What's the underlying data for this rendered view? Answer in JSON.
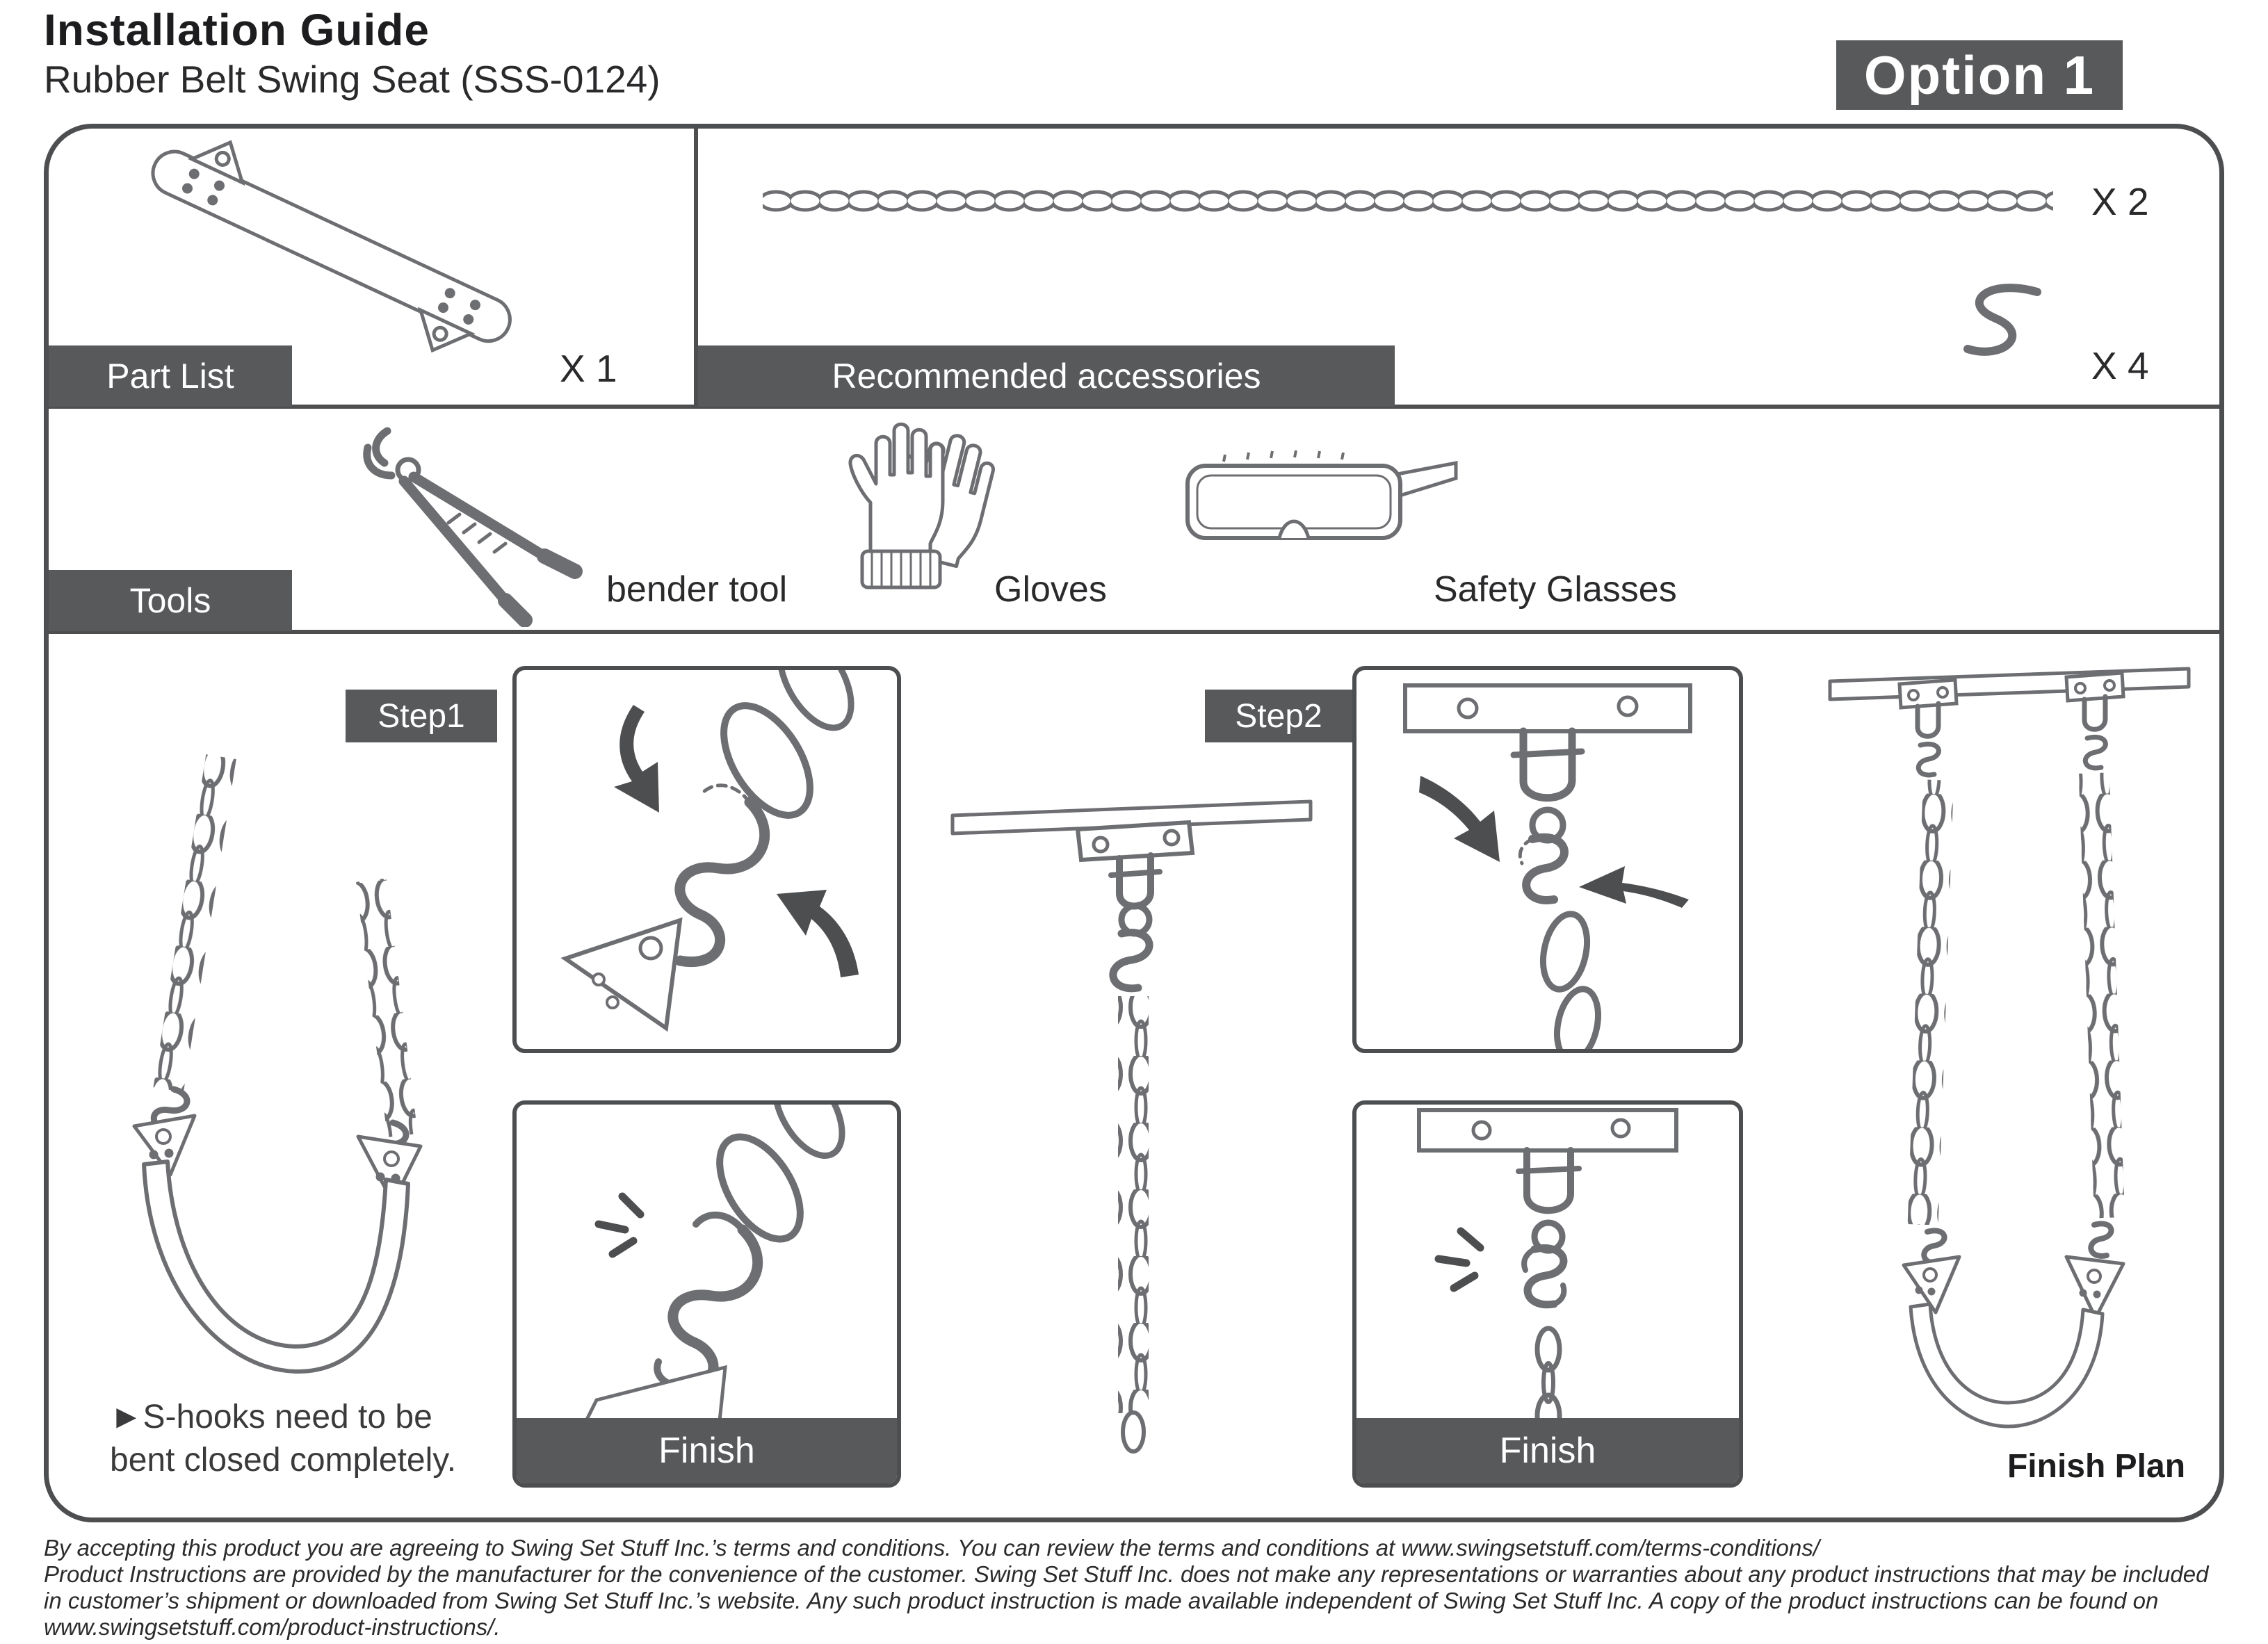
{
  "header": {
    "title": "Installation Guide",
    "subtitle": "Rubber Belt Swing Seat (SSS-0124)",
    "option_badge": "Option 1"
  },
  "part_list": {
    "label": "Part List",
    "seat_qty": "X 1"
  },
  "accessories": {
    "label": "Recommended accessories",
    "chain_qty": "X 2",
    "shook_qty": "X 4"
  },
  "tools": {
    "label": "Tools",
    "items": [
      {
        "name": "bender tool"
      },
      {
        "name": "Gloves"
      },
      {
        "name": "Safety Glasses"
      }
    ]
  },
  "steps": {
    "step1_label": "Step1",
    "step2_label": "Step2",
    "finish1_label": "Finish",
    "finish2_label": "Finish",
    "note_line1": "►S-hooks need to be",
    "note_line2": "bent closed completely.",
    "finish_plan_label": "Finish Plan"
  },
  "footer": {
    "lines": [
      "By accepting this product you are agreeing to Swing Set Stuff Inc.’s terms and conditions. You can review the terms and conditions at www.swingsetstuff.com/terms-conditions/",
      "Product Instructions are provided by the manufacturer for the convenience of the customer. Swing Set Stuff Inc. does not make any representations or warranties about any product instructions that may be included",
      "in customer’s shipment or downloaded from Swing Set Stuff Inc.’s website. Any such product instruction is made available independent of Swing Set Stuff Inc.  A copy of the product instructions can be found on",
      "www.swingsetstuff.com/product-instructions/."
    ]
  },
  "colors": {
    "bar_bg": "#58595b",
    "line_art": "#6d6e71",
    "arrow": "#4d4e50"
  }
}
